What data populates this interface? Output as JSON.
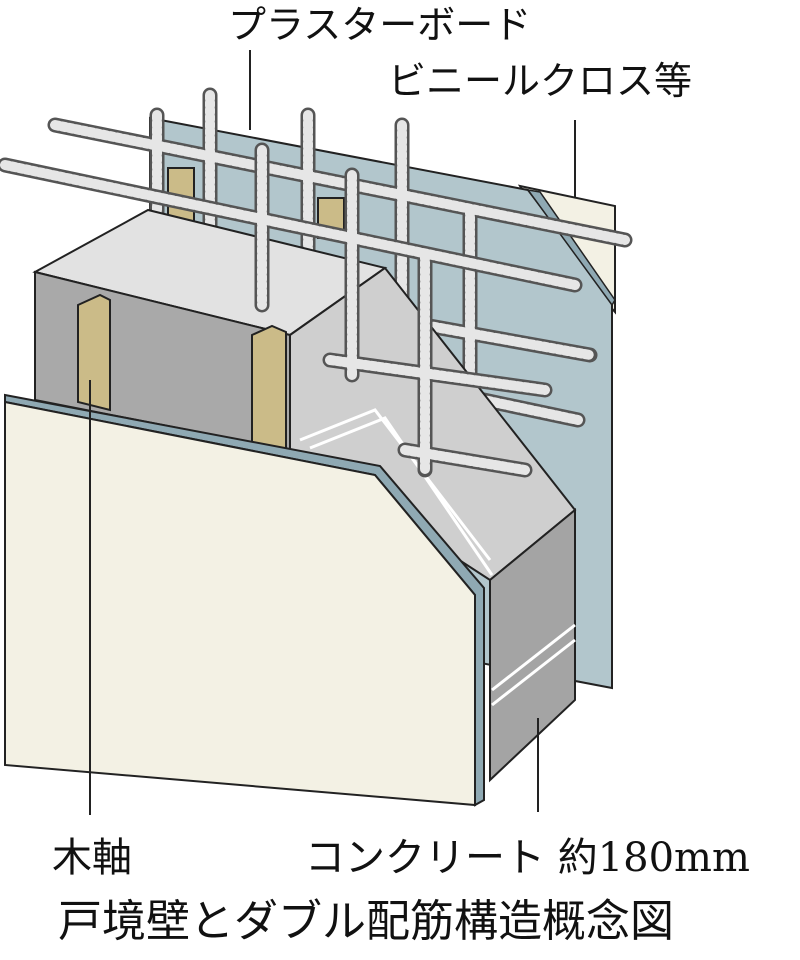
{
  "labels": {
    "plasterboard": "プラスターボード",
    "vinyl_cloth": "ビニールクロス等",
    "wood_frame": "木軸",
    "concrete": "コンクリート 約180mm"
  },
  "caption": "戸境壁とダブル配筋構造概念図",
  "colors": {
    "board_edge": "#8fa9b3",
    "board_back": "#b2c6cc",
    "cloth": "#f3f1e4",
    "concrete_top": "#dcdcdc",
    "concrete_side": "#a9a9a9",
    "wood": "#cbbb88",
    "rebar": "#7a7a7a"
  }
}
